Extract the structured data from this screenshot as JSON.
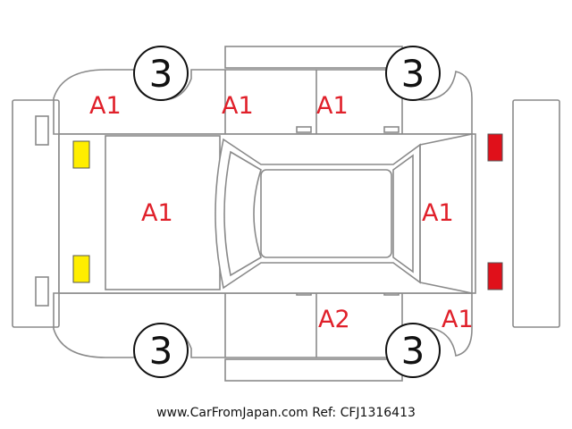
{
  "tires": {
    "front_left": "3",
    "front_right": "3",
    "rear_left": "3",
    "rear_right": "3"
  },
  "marks": {
    "front_left_fender": "A1",
    "front_left_door": "A1",
    "rear_left_door": "A1",
    "hood": "A1",
    "tailgate": "A1",
    "rear_right_door": "A2",
    "rear_right_fender": "A1"
  },
  "lights": {
    "front_color": "#ffee00",
    "rear_color": "#e0101a"
  },
  "footer": {
    "site": "www.CarFromJapan.com",
    "ref": "Ref: CFJ1316413"
  }
}
